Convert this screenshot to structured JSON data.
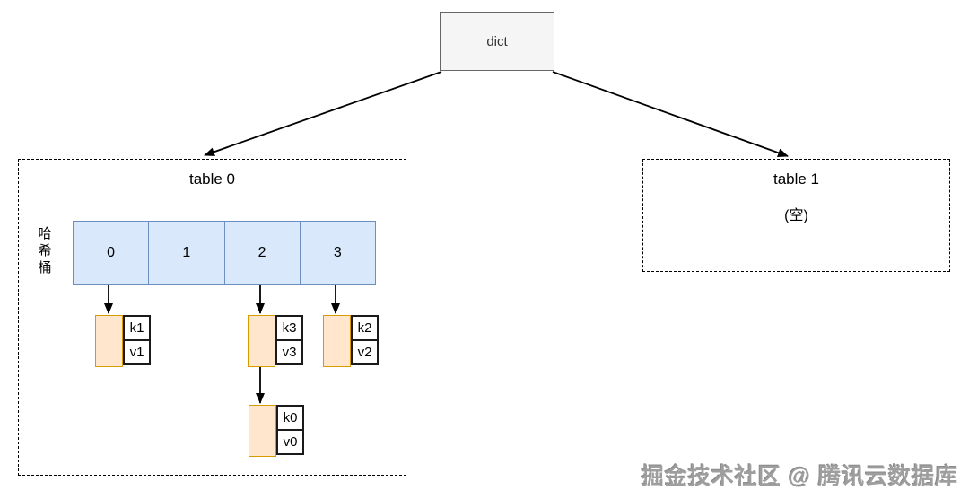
{
  "diagram": {
    "root": {
      "label": "dict"
    },
    "table0": {
      "title": "table 0",
      "bucket_label": "哈希桶",
      "buckets": [
        "0",
        "1",
        "2",
        "3"
      ],
      "entries": [
        {
          "key": "k1",
          "value": "v1"
        },
        {
          "key": "k3",
          "value": "v3"
        },
        {
          "key": "k2",
          "value": "v2"
        },
        {
          "key": "k0",
          "value": "v0"
        }
      ]
    },
    "table1": {
      "title": "table 1",
      "empty_label": "(空)"
    },
    "watermark": "掘金技术社区 @ 腾讯云数据库",
    "colors": {
      "root_fill": "#f5f5f5",
      "root_border": "#666666",
      "bucket_fill": "#dae8fc",
      "bucket_border": "#6c8ebf",
      "entry_fill": "#ffe6cc",
      "entry_border": "#d79b00",
      "edge": "#000000",
      "watermark_text": "#9e9e9e"
    }
  }
}
